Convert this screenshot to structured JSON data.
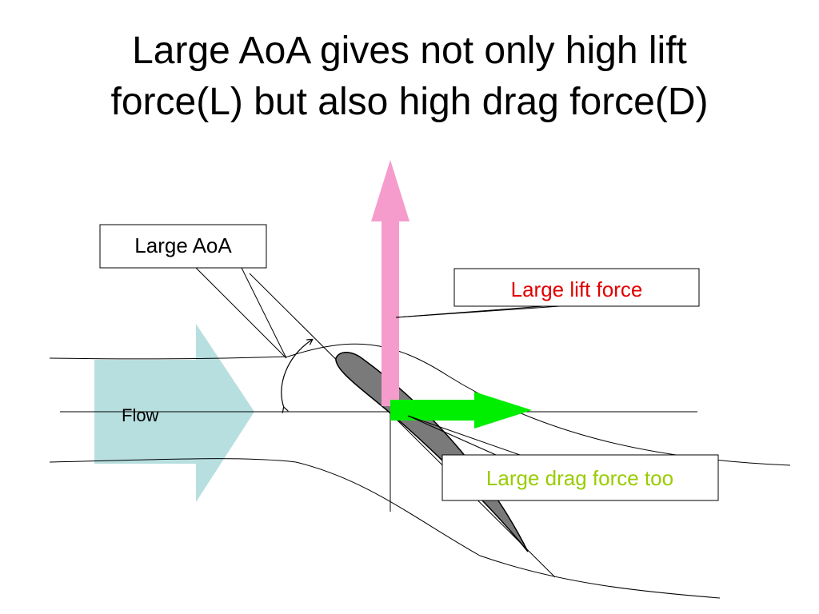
{
  "title": {
    "line1": "Large AoA gives not only high lift",
    "line2": "force(L) but also high drag force(D)"
  },
  "labels": {
    "aoa": "Large AoA",
    "lift": "Large lift force",
    "drag": "Large drag force too",
    "flow": "Flow"
  },
  "colors": {
    "flow_arrow": "#b7dfe0",
    "lift_arrow": "#f59ccc",
    "drag_arrow": "#00ee00",
    "airfoil": "#7a7a7a",
    "lift_text": "#e00000",
    "drag_text": "#99cc00"
  }
}
